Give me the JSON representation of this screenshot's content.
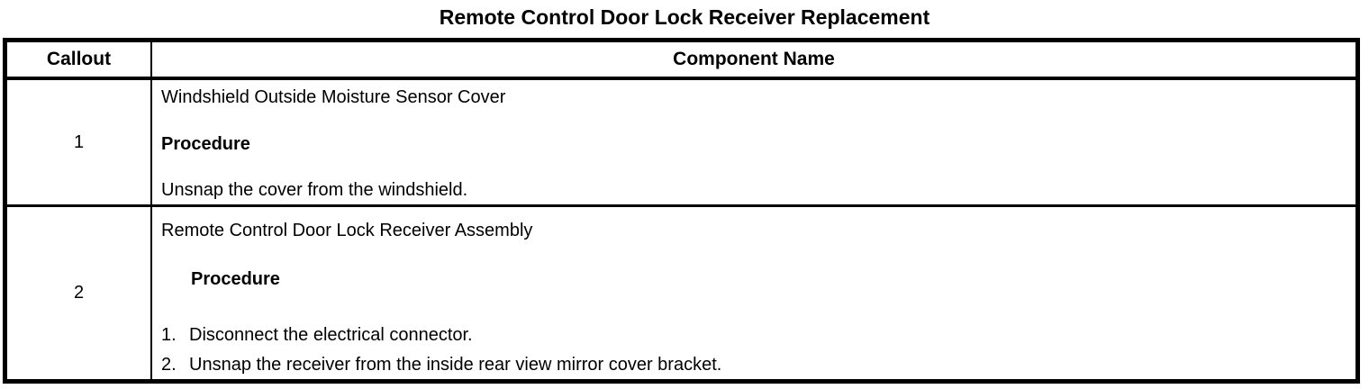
{
  "page": {
    "title": "Remote Control Door Lock Receiver Replacement"
  },
  "table": {
    "headers": {
      "callout": "Callout",
      "component": "Component Name"
    },
    "rows": [
      {
        "callout": "1",
        "component_name": "Windshield Outside Moisture Sensor Cover",
        "procedure_label": "Procedure",
        "procedure_text": "Unsnap the cover from the windshield."
      },
      {
        "callout": "2",
        "component_name": "Remote Control Door Lock Receiver Assembly",
        "procedure_label": "Procedure",
        "steps": [
          {
            "num": "1.",
            "text": "Disconnect the electrical connector."
          },
          {
            "num": "2.",
            "text": "Unsnap the receiver from the inside rear view mirror cover bracket."
          }
        ]
      }
    ]
  },
  "colors": {
    "text": "#000000",
    "background": "#ffffff",
    "border": "#000000"
  }
}
